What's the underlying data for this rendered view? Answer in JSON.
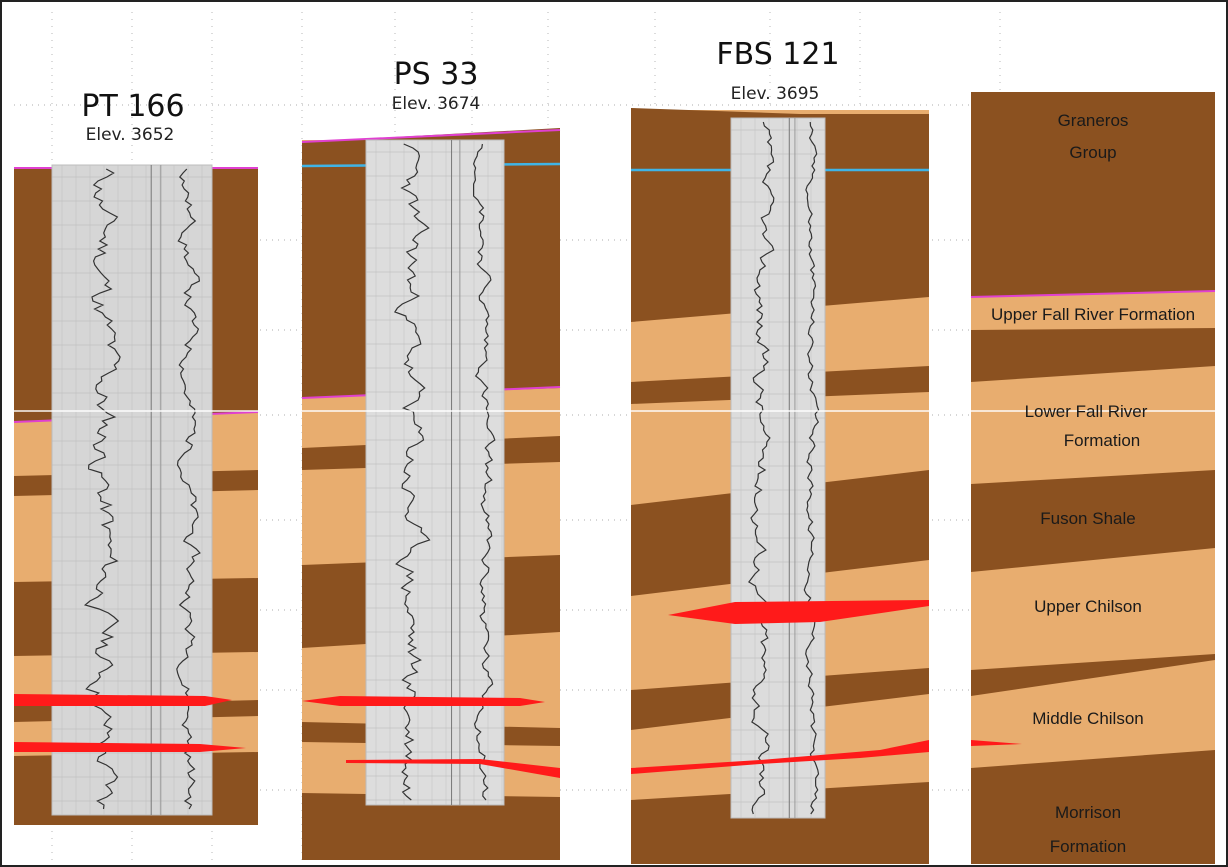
{
  "wells": [
    {
      "id": "pt166",
      "name": "PT 166",
      "elevation": "Elev. 3652"
    },
    {
      "id": "ps33",
      "name": "PS 33",
      "elevation": "Elev. 3674"
    },
    {
      "id": "fbs121",
      "name": "FBS 121",
      "elevation": "Elev. 3695"
    }
  ],
  "units": [
    {
      "id": "graneros",
      "lines": [
        "Graneros",
        "Group"
      ]
    },
    {
      "id": "upper-fall-river",
      "lines": [
        "Upper Fall River Formation"
      ]
    },
    {
      "id": "lower-fall-river",
      "lines": [
        "Lower Fall River",
        "Formation"
      ]
    },
    {
      "id": "fuson",
      "lines": [
        "Fuson Shale"
      ]
    },
    {
      "id": "upper-chilson",
      "lines": [
        "Upper Chilson"
      ]
    },
    {
      "id": "middle-chilson",
      "lines": [
        "Middle Chilson"
      ]
    },
    {
      "id": "morrison",
      "lines": [
        "Morrison",
        "Formation"
      ]
    }
  ],
  "colors": {
    "shale": "#8b5120",
    "sand": "#e8ad6f",
    "sand_marker": "#ff1a1a",
    "top_graneros": "#3fb4e6",
    "top_fall_river": "#e040d0",
    "log_strip": "#d6d6d6"
  }
}
